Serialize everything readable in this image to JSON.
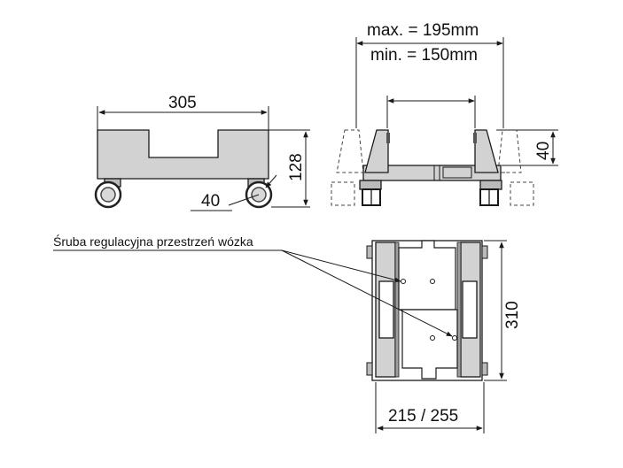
{
  "side_view": {
    "width_dim": "305",
    "height_dim": "128",
    "wheel_dim": "40"
  },
  "front_view": {
    "max_dim": "max. = 195mm",
    "min_dim": "min. = 150mm",
    "height_dim": "40"
  },
  "top_view": {
    "label": "Śruba regulacyjna przestrzeń wózka",
    "length_dim": "310",
    "width_dim": "215 / 255"
  },
  "colors": {
    "body_fill": "#d2d2d2",
    "line": "#1a1a1a",
    "dashed": "#444444",
    "wheel": "#333333"
  }
}
